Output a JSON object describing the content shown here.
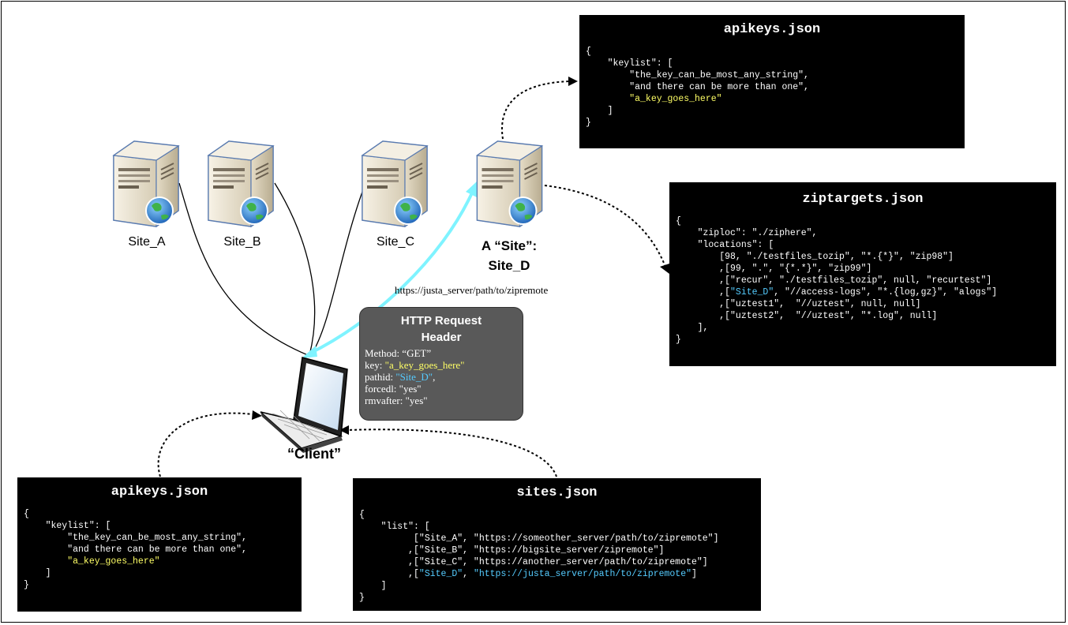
{
  "sites": [
    {
      "id": "site_a",
      "label": "Site_A"
    },
    {
      "id": "site_b",
      "label": "Site_B"
    },
    {
      "id": "site_c",
      "label": "Site_C"
    }
  ],
  "site_d": {
    "line1": "A “Site”:",
    "line2": "Site_D"
  },
  "client": {
    "label": "“Client”"
  },
  "url_label": "https://justa_server/path/to/zipremote",
  "http_request": {
    "title_line1": "HTTP Request",
    "title_line2": "Header",
    "method": "Method: “GET”",
    "key_prefix": "key: ",
    "key_value": "\"a_key_goes_here\"",
    "pathid_prefix": "pathid: ",
    "pathid_value": "\"Site_D\"",
    "pathid_suffix": ",",
    "forcedl": "forcedl: \"yes\"",
    "rmvafter": "rmvafter: \"yes\""
  },
  "apikeys_server": {
    "title": "apikeys.json",
    "l1": "{",
    "l2": "    \"keylist\": [",
    "l3": "        \"the_key_can_be_most_any_string\",",
    "l4": "        \"and there can be more than one\",",
    "l5_indent": "        ",
    "l5_value": "\"a_key_goes_here\"",
    "l6": "    ]",
    "l7": "}"
  },
  "ziptargets": {
    "title": "ziptargets.json",
    "l1": "{",
    "l2": "    \"ziploc\": \"./ziphere\",",
    "l3": "    \"locations\": [",
    "l4": "        [98, \"./testfiles_tozip\", \"*.{*}\", \"zip98\"]",
    "l5": "        ,[99, \".\", \"{*.*}\", \"zip99\"]",
    "l6": "        ,[\"recur\", \"./testfiles_tozip\", null, \"recurtest\"]",
    "l7_a": "        ,[",
    "l7_b": "\"Site_D\"",
    "l7_c": ", \"//access-logs\", \"*.{log,gz}\", \"alogs\"]",
    "l8": "        ,[\"uztest1\",  \"//uztest\", null, null]",
    "l9": "        ,[\"uztest2\",  \"//uztest\", \"*.log\", null]",
    "l10": "    ],",
    "l11": "}"
  },
  "apikeys_client": {
    "title": "apikeys.json",
    "l1": "{",
    "l2": "    \"keylist\": [",
    "l3": "        \"the_key_can_be_most_any_string\",",
    "l4": "        \"and there can be more than one\",",
    "l5_indent": "        ",
    "l5_value": "\"a_key_goes_here\"",
    "l6": "    ]",
    "l7": "}"
  },
  "sites_json": {
    "title": "sites.json",
    "l1": "{",
    "l2": "    \"list\": [",
    "l3": "          [\"Site_A\", \"https://someother_server/path/to/zipremote\"]",
    "l4": "         ,[\"Site_B\", \"https://bigsite_server/zipremote\"]",
    "l5": "         ,[\"Site_C\", \"https://another_server/path/to/zipremote\"]",
    "l6_a": "         ,[",
    "l6_b": "\"Site_D\"",
    "l6_c": ", ",
    "l6_d": "\"https://justa_server/path/to/zipremote\"",
    "l6_e": "]",
    "l7": "    ]",
    "l8": "}"
  },
  "colors": {
    "highlight_key": "#ffff66",
    "highlight_site": "#55ccff",
    "arrow": "#7ff3ff",
    "request_box": "#595959"
  }
}
